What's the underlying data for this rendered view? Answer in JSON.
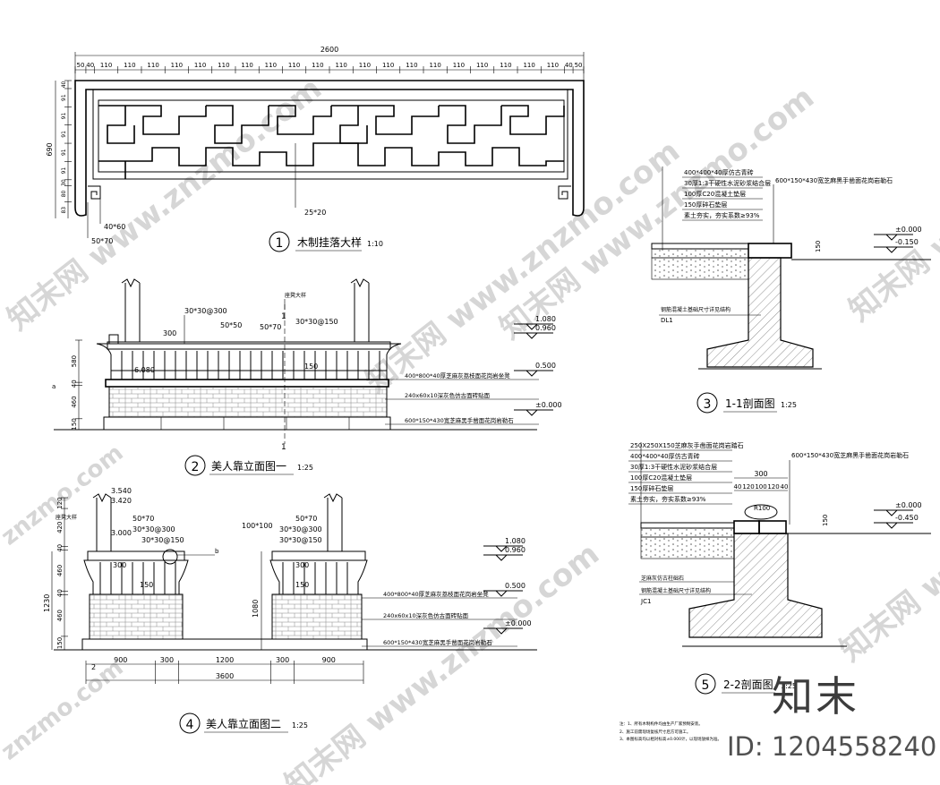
{
  "drawings": {
    "d1": {
      "number": "1",
      "title": "木制挂落大样",
      "scale": "1:10",
      "top_total": "2600",
      "top_dims": [
        "50",
        "40",
        "110",
        "110",
        "110",
        "110",
        "110",
        "110",
        "110",
        "110",
        "110",
        "110",
        "110",
        "110",
        "110",
        "110",
        "110",
        "110",
        "110",
        "110",
        "110",
        "110",
        "40",
        "50"
      ],
      "left_total": "690",
      "left_dims": [
        "40",
        "91",
        "91",
        "91",
        "91",
        "91",
        "30",
        "80",
        "83"
      ],
      "labels": {
        "a": "40*60",
        "b": "50*70",
        "c": "25*20"
      }
    },
    "d2": {
      "number": "2",
      "title": "美人靠立面图一",
      "scale": "1:25",
      "labels": {
        "ref": "座凳大样",
        "sec": "1",
        "d1": "30*30@300",
        "d2": "300",
        "d3": "50*50",
        "d4": "50*70",
        "d5": "30*30@150",
        "d6": "150",
        "d7": "6.080",
        "d8": "a"
      },
      "left_dims": [
        "580",
        "40",
        "460",
        "150"
      ],
      "levels": [
        "1.080",
        "0.960",
        "0.500",
        "±0.000"
      ],
      "notes": [
        "400*800*40厚芝麻灰荔枝面花岗岩坐凳",
        "240x60x10深灰色仿古面砖贴面",
        "600*150*430宽芝麻黑手凿面花岗岩勒石"
      ]
    },
    "d3": {
      "number": "3",
      "title": "1-1剖面图",
      "scale": "1:25",
      "layers": [
        "400*400*40厚仿古青砖",
        "30厚1:3干硬性水泥砂浆结合层",
        "100厚C20混凝土垫层",
        "150厚碎石垫层",
        "素土夯实，夯实系数≥93%"
      ],
      "top_note": "600*150*430宽芝麻黑手凿面花岗岩勒石",
      "side_note": "钢筋混凝土基础尺寸详见结构",
      "code": "DL1",
      "dim": "150",
      "levels": [
        "±0.000",
        "-0.150"
      ]
    },
    "d4": {
      "number": "4",
      "title": "美人靠立面图二",
      "scale": "1:25",
      "labels": {
        "ref": "座凳大样",
        "e1": "3.540",
        "e2": "3.420",
        "e3": "3.000",
        "l1": "50*70",
        "l2": "30*30@300",
        "l3": "30*30@150",
        "l4": "300",
        "l5": "150",
        "b": "b",
        "r1": "100*100",
        "r2": "50*70",
        "r3": "30*30@300",
        "r4": "30*30@150",
        "r5": "300",
        "r6": "150",
        "r7": "1080",
        "tag": "2"
      },
      "left_dims": [
        "120",
        "420",
        "40",
        "460",
        "40",
        "460",
        "150"
      ],
      "left_total": "1230",
      "bottom_dims": [
        "900",
        "300",
        "1200",
        "300",
        "900"
      ],
      "bottom_total": "3600",
      "levels": [
        "1.080",
        "0.960",
        "0.500",
        "±0.000"
      ],
      "notes": [
        "400*800*40厚芝麻灰荔枝面花岗岩坐凳",
        "240x60x10深灰色仿古面砖贴面",
        "600*150*430宽芝麻黑手凿面花岗岩勒石"
      ]
    },
    "d5": {
      "number": "5",
      "title": "2-2剖面图",
      "scale": "1:25",
      "layers": [
        "250X250X150芝麻灰手凿面花岗岩踏石",
        "400*400*40厚仿古青砖",
        "30厚1:3干硬性水泥砂浆结合层",
        "100厚C20混凝土垫层",
        "150厚碎石垫层",
        "素土夯实，夯实系数≥93%"
      ],
      "top_note": "600*150*430宽芝麻黑手凿面花岗岩勒石",
      "dims_top": [
        "300",
        "40",
        "120",
        "100",
        "120",
        "40"
      ],
      "radius": "R100",
      "dim": "150",
      "side_notes": [
        "芝麻灰仿古柱础石",
        "钢筋混凝土基础尺寸详见结构"
      ],
      "code": "JC1",
      "levels": [
        "±0.000",
        "-0.450"
      ]
    }
  },
  "notes": [
    "注：1、所有木制构件均由生产厂家预制安装。",
    "2、施工前需现场复核尺寸后方可施工。",
    "3、本图标高均以相对标高±0.000计，以现场放样为准。"
  ],
  "watermark": {
    "brand": "知末",
    "id": "ID: 1204558240",
    "site": "知末网 www.znzmo.com",
    "site_short": "znzmo.com"
  }
}
